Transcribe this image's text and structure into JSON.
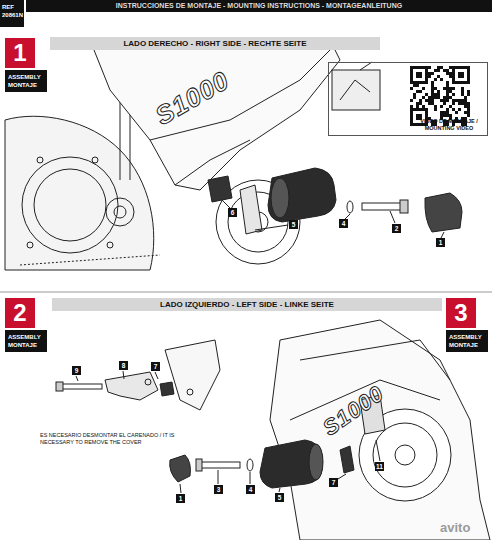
{
  "diagram": {
    "title": "INSTRUCCIONES DE MONTAJE - MOUNTING INSTRUCTIONS - MONTAGEANLEITUNG",
    "nodes": [
      {
        "text": [
          "REF 20861N"
        ]
      },
      {
        "text": [
          "1",
          "ASSEMBLY MONTAJE"
        ]
      },
      {
        "text": [
          "LADO DERECHO - RIGHT SIDE - RECHTE SEITE"
        ]
      },
      {
        "text": [
          "VIDEO DE MONTAJE / MOUNTING VIDEO"
        ]
      },
      {
        "text": [
          "2",
          "ASSEMBLY MONTAJE"
        ]
      },
      {
        "text": [
          "LADO IZQUIERDO - LEFT SIDE - LINKE SEITE"
        ]
      },
      {
        "text": [
          "3",
          "ASSEMBLY MONTAJE"
        ]
      }
    ],
    "labels": [
      "6",
      "5",
      "4",
      "2",
      "1",
      "S1000",
      "9",
      "8",
      "7",
      "ES NECESARIO DESMONTAR EL CARENADO / IT IS NECESSARY TO REMOVE THE COVER",
      "S1000",
      "1",
      "3",
      "4",
      "5",
      "7",
      "11",
      "avito"
    ]
  }
}
